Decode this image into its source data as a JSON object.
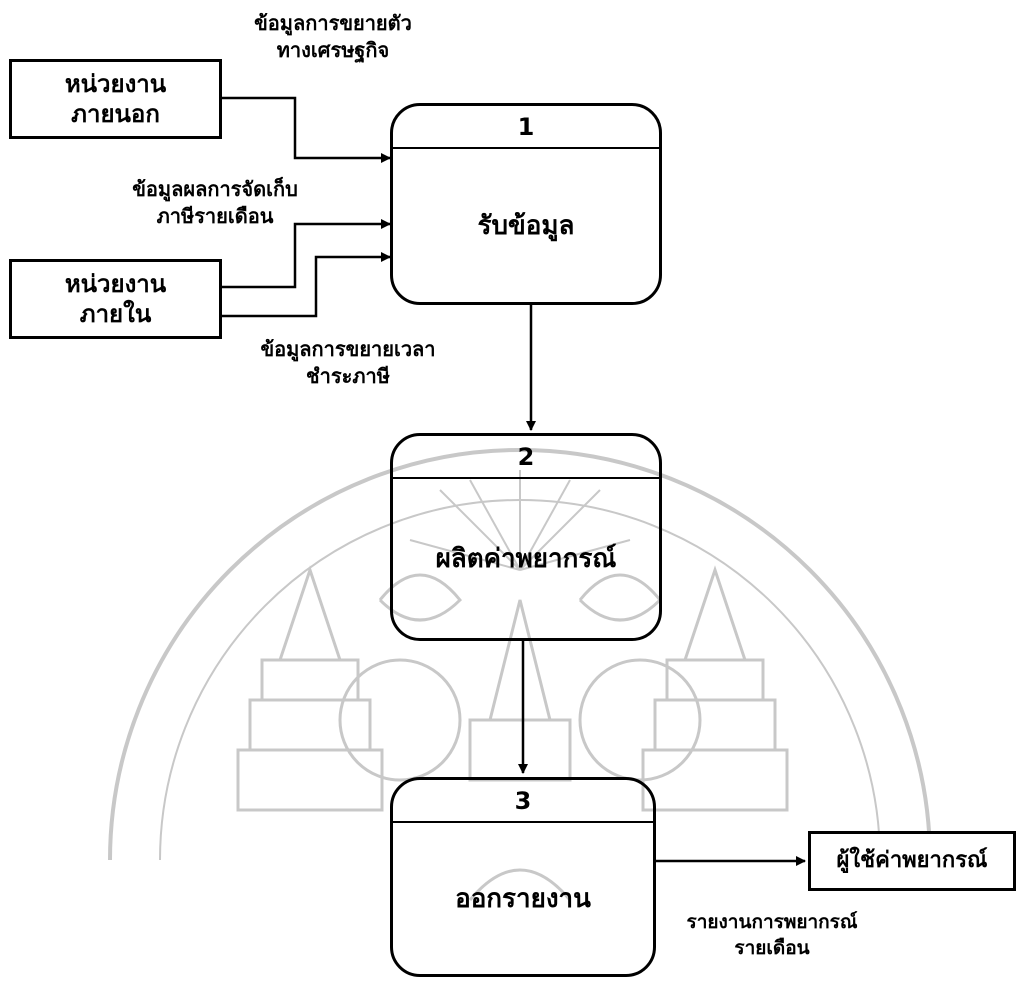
{
  "entities": {
    "external_agency": {
      "line1": "หน่วยงาน",
      "line2": "ภายนอก"
    },
    "internal_agency": {
      "line1": "หน่วยงาน",
      "line2": "ภายใน"
    },
    "forecast_user": {
      "label": "ผู้ใช้ค่าพยากรณ์"
    }
  },
  "processes": [
    {
      "number": "1",
      "name": "รับข้อมูล"
    },
    {
      "number": "2",
      "name": "ผลิตค่าพยากรณ์"
    },
    {
      "number": "3",
      "name": "ออกรายงาน"
    }
  ],
  "flows": {
    "economic_expansion": {
      "line1": "ข้อมูลการขยายตัว",
      "line2": "ทางเศรษฐกิจ"
    },
    "monthly_tax_collection": {
      "line1": "ข้อมูลผลการจัดเก็บ",
      "line2": "ภาษีรายเดือน"
    },
    "tax_payment_extension": {
      "line1": "ข้อมูลการขยายเวลา",
      "line2": "ชำระภาษี"
    },
    "monthly_forecast_report": {
      "line1": "รายงานการพยากรณ์",
      "line2": "รายเดือน"
    }
  },
  "colors": {
    "line": "#000000",
    "watermark": "#c8c8c8"
  }
}
